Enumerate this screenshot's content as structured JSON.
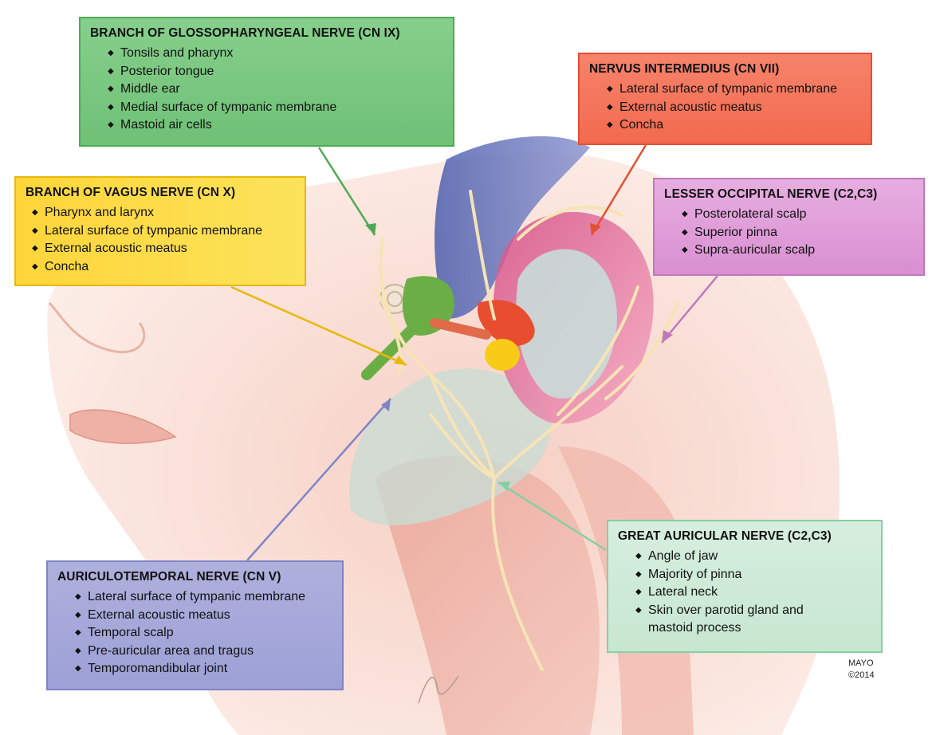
{
  "boxes": {
    "glossopharyngeal": {
      "title": "BRANCH OF GLOSSOPHARYNGEAL NERVE (CN IX)",
      "items": [
        "Tonsils and pharynx",
        "Posterior tongue",
        "Middle ear",
        "Medial surface of tympanic membrane",
        "Mastoid air cells"
      ],
      "color": "#78c47f"
    },
    "intermedius": {
      "title": "NERVUS INTERMEDIUS (CN VII)",
      "items": [
        "Lateral surface of tympanic membrane",
        "External acoustic meatus",
        "Concha"
      ],
      "color": "#f26f54"
    },
    "vagus": {
      "title": "BRANCH OF VAGUS NERVE (CN X)",
      "items": [
        "Pharynx and larynx",
        "Lateral surface of tympanic membrane",
        "External acoustic meatus",
        "Concha"
      ],
      "color": "#fcd843"
    },
    "lesser_occipital": {
      "title": "LESSER OCCIPITAL NERVE (C2,C3)",
      "items": [
        "Posterolateral scalp",
        "Superior pinna",
        "Supra-auricular scalp"
      ],
      "color": "#dd99d6"
    },
    "great_auricular": {
      "title": "GREAT AURICULAR NERVE (C2,C3)",
      "items": [
        "Angle of jaw",
        "Majority of pinna",
        "Lateral neck",
        "Skin over parotid gland and",
        "mastoid process"
      ],
      "color": "#cbe9d4"
    },
    "auriculotemporal": {
      "title": "AURICULOTEMPORAL NERVE (CN V)",
      "items": [
        "Lateral surface of tympanic membrane",
        "External acoustic meatus",
        "Temporal scalp",
        "Pre-auricular area and tragus",
        "Temporomandibular joint"
      ],
      "color": "#a3a6d8"
    }
  },
  "credit": {
    "line1": "MAYO",
    "line2": "©2014"
  },
  "colors": {
    "skin": "#f8ddd2",
    "muscle": "#e9a99c",
    "nerve": "#f3e3b5",
    "vein_blue": "#5b68b4"
  }
}
